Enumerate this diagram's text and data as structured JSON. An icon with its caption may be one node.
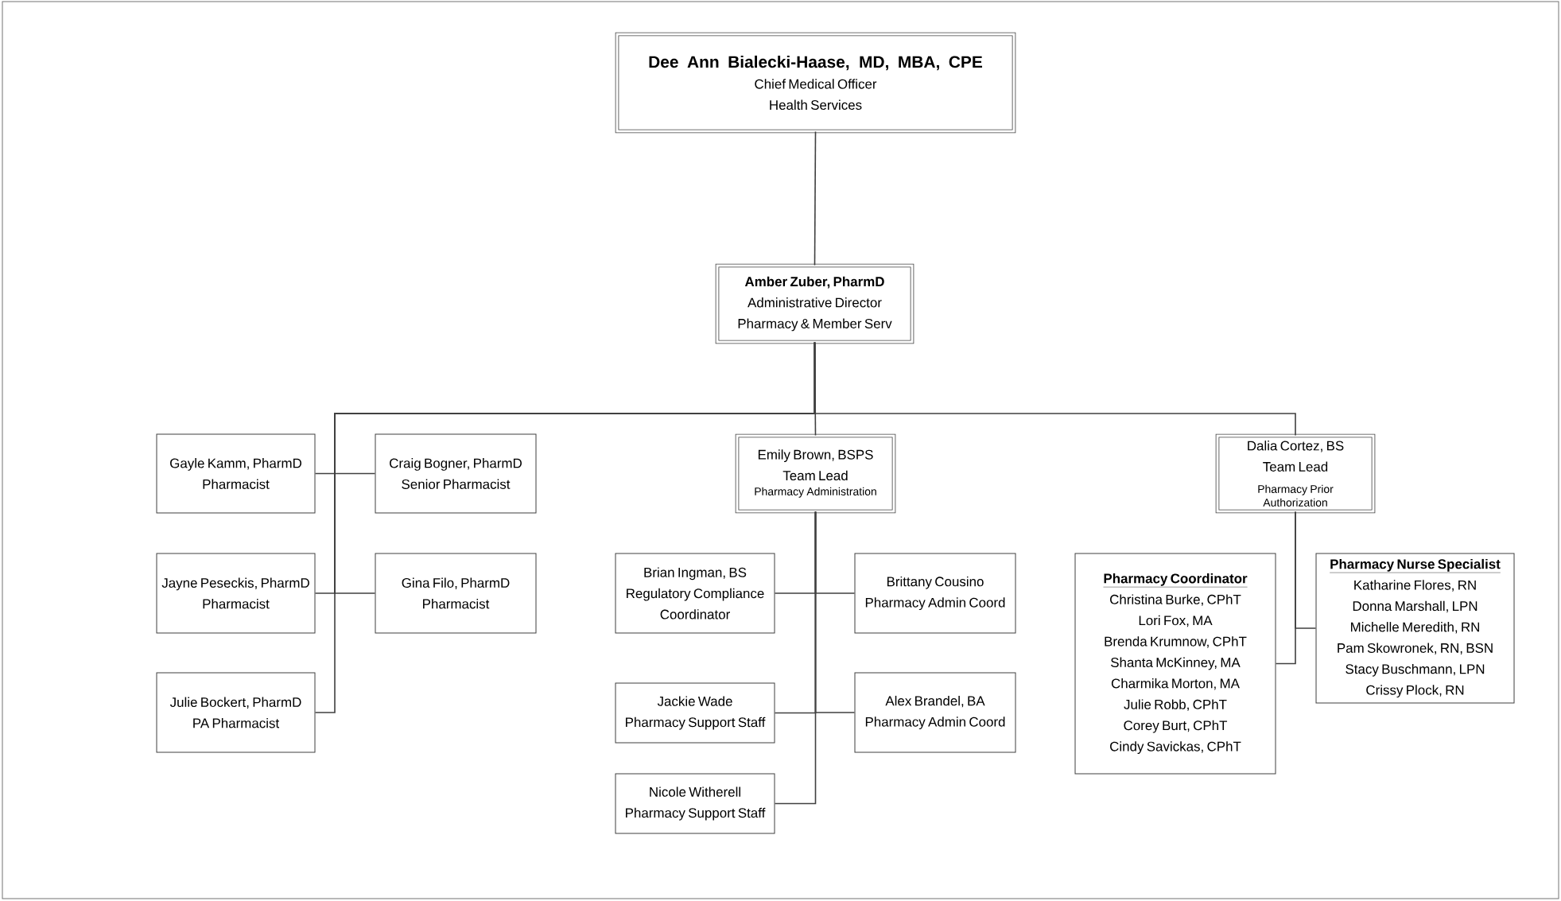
{
  "diagram": {
    "nodes": [
      {
        "text": [
          "Dee Ann Bialecki-Haase, MD, MBA, CPE",
          "Chief Medical Officer",
          "Health Services"
        ]
      },
      {
        "text": [
          "Amber Zuber, PharmD",
          "Administrative Director",
          "Pharmacy & Member Serv"
        ]
      },
      {
        "text": [
          "Gayle Kamm, PharmD",
          "Pharmacist"
        ]
      },
      {
        "text": [
          "Craig Bogner, PharmD",
          "Senior Pharmacist"
        ]
      },
      {
        "text": [
          "Jayne Peseckis, PharmD",
          "Pharmacist"
        ]
      },
      {
        "text": [
          "Gina Filo, PharmD",
          "Pharmacist"
        ]
      },
      {
        "text": [
          "Julie Bockert, PharmD",
          "PA Pharmacist"
        ]
      },
      {
        "text": [
          "Emily Brown, BSPS",
          "Team Lead",
          "Pharmacy Administration"
        ]
      },
      {
        "text": [
          "Brian Ingman, BS",
          "Regulatory Compliance Coordinator"
        ]
      },
      {
        "text": [
          "Brittany Cousino",
          "Pharmacy Admin Coord"
        ]
      },
      {
        "text": [
          "Jackie Wade",
          "Pharmacy Support Staff"
        ]
      },
      {
        "text": [
          "Alex Brandel, BA",
          "Pharmacy Admin Coord"
        ]
      },
      {
        "text": [
          "Nicole Witherell",
          "Pharmacy Support Staff"
        ]
      },
      {
        "text": [
          "Dalia Cortez, BS",
          "Team Lead",
          "Pharmacy Prior Authorization"
        ]
      },
      {
        "text": [
          "Pharmacy Coordinator",
          "Christina Burke, CPhT",
          "Lori Fox, MA",
          "Brenda Krumnow, CPhT",
          "Shanta McKinney, MA",
          "Charmika Morton, MA",
          "Julie Robb, CPhT",
          "Corey Burt, CPhT",
          "Cindy Savickas, CPhT"
        ]
      },
      {
        "text": [
          "Pharmacy Nurse Specialist",
          "Katharine Flores, RN",
          "Donna Marshall, LPN",
          "Michelle Meredith, RN",
          "Pam Skowronek, RN, BSN",
          "Stacy Buschmann, LPN",
          "Crissy Plock, RN"
        ]
      }
    ],
    "edges": [
      {
        "from": 0,
        "to": 1,
        "arrow": "none"
      },
      {
        "from": 1,
        "to": 2,
        "arrow": "none"
      },
      {
        "from": 1,
        "to": 3,
        "arrow": "none"
      },
      {
        "from": 1,
        "to": 4,
        "arrow": "none"
      },
      {
        "from": 1,
        "to": 5,
        "arrow": "none"
      },
      {
        "from": 1,
        "to": 6,
        "arrow": "none"
      },
      {
        "from": 1,
        "to": 7,
        "arrow": "none"
      },
      {
        "from": 1,
        "to": 13,
        "arrow": "none"
      },
      {
        "from": 7,
        "to": 8,
        "arrow": "none"
      },
      {
        "from": 7,
        "to": 9,
        "arrow": "none"
      },
      {
        "from": 7,
        "to": 10,
        "arrow": "none"
      },
      {
        "from": 7,
        "to": 11,
        "arrow": "none"
      },
      {
        "from": 7,
        "to": 12,
        "arrow": "none"
      },
      {
        "from": 13,
        "to": 14,
        "arrow": "none"
      },
      {
        "from": 13,
        "to": 15,
        "arrow": "none"
      }
    ]
  }
}
